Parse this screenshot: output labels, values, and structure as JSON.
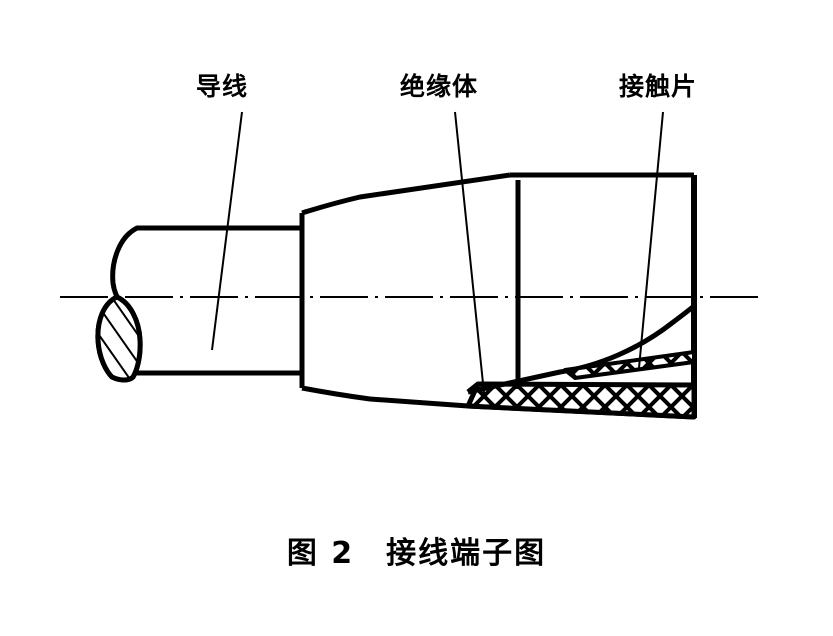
{
  "figure": {
    "caption": "图 2　接线端子图",
    "labels": {
      "conductor": "导线",
      "insulator": "绝缘体",
      "contact": "接触片"
    },
    "colors": {
      "ink": "#000000",
      "background": "#ffffff"
    },
    "line_styles": {
      "outline": "solid-thick",
      "centerline": "dash-dot",
      "leader": "thin-solid",
      "section_fill": "hatched"
    },
    "parts": [
      {
        "name": "conductor",
        "label": "导线",
        "section": "diagonal-hatch"
      },
      {
        "name": "insulator",
        "label": "绝缘体",
        "section": "plain"
      },
      {
        "name": "contact",
        "label": "接触片",
        "section": "cross-hatch"
      }
    ]
  }
}
